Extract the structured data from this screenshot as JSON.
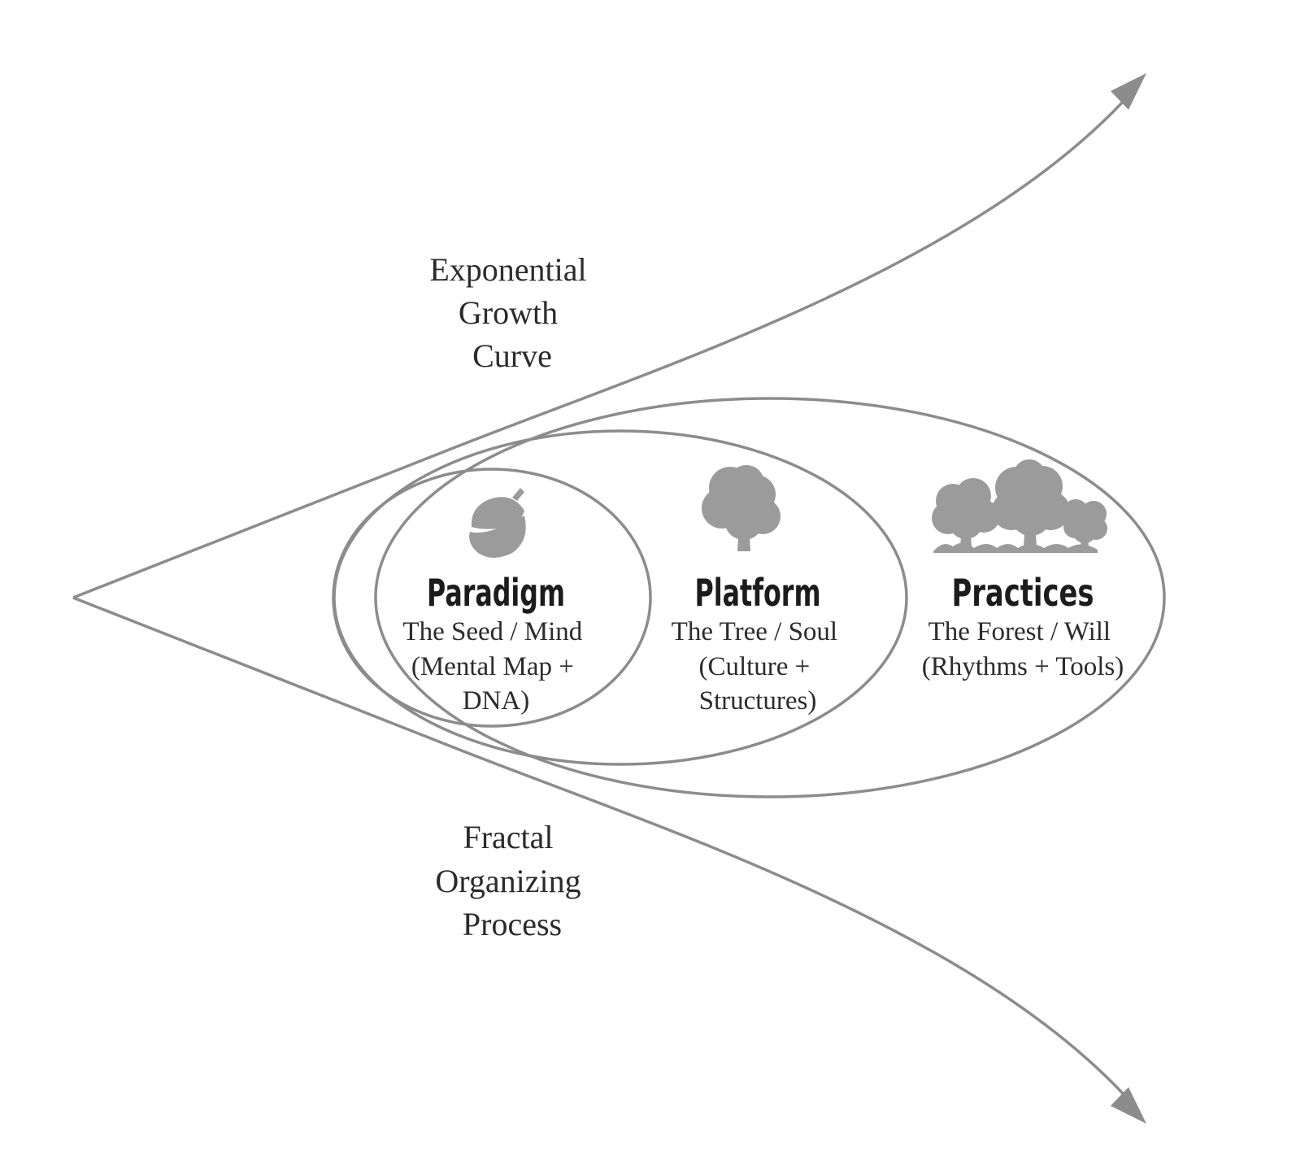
{
  "diagram": {
    "curve_labels": {
      "top": [
        "Exponential",
        "Growth",
        "Curve"
      ],
      "bottom": [
        "Fractal",
        "Organizing",
        "Process"
      ]
    },
    "stages": [
      {
        "icon": "acorn-icon",
        "title": "Paradigm",
        "lines": [
          "The Seed / Mind",
          "(Mental Map +",
          "DNA)"
        ]
      },
      {
        "icon": "tree-icon",
        "title": "Platform",
        "lines": [
          "The Tree / Soul",
          "(Culture +",
          "Structures)"
        ]
      },
      {
        "icon": "forest-icon",
        "title": "Practices",
        "lines": [
          "The Forest / Will",
          "(Rhythms + Tools)"
        ]
      }
    ],
    "colors": {
      "line": "#8c8c8c",
      "icon": "#9b9b9b",
      "text": "#2b2b2b"
    }
  }
}
